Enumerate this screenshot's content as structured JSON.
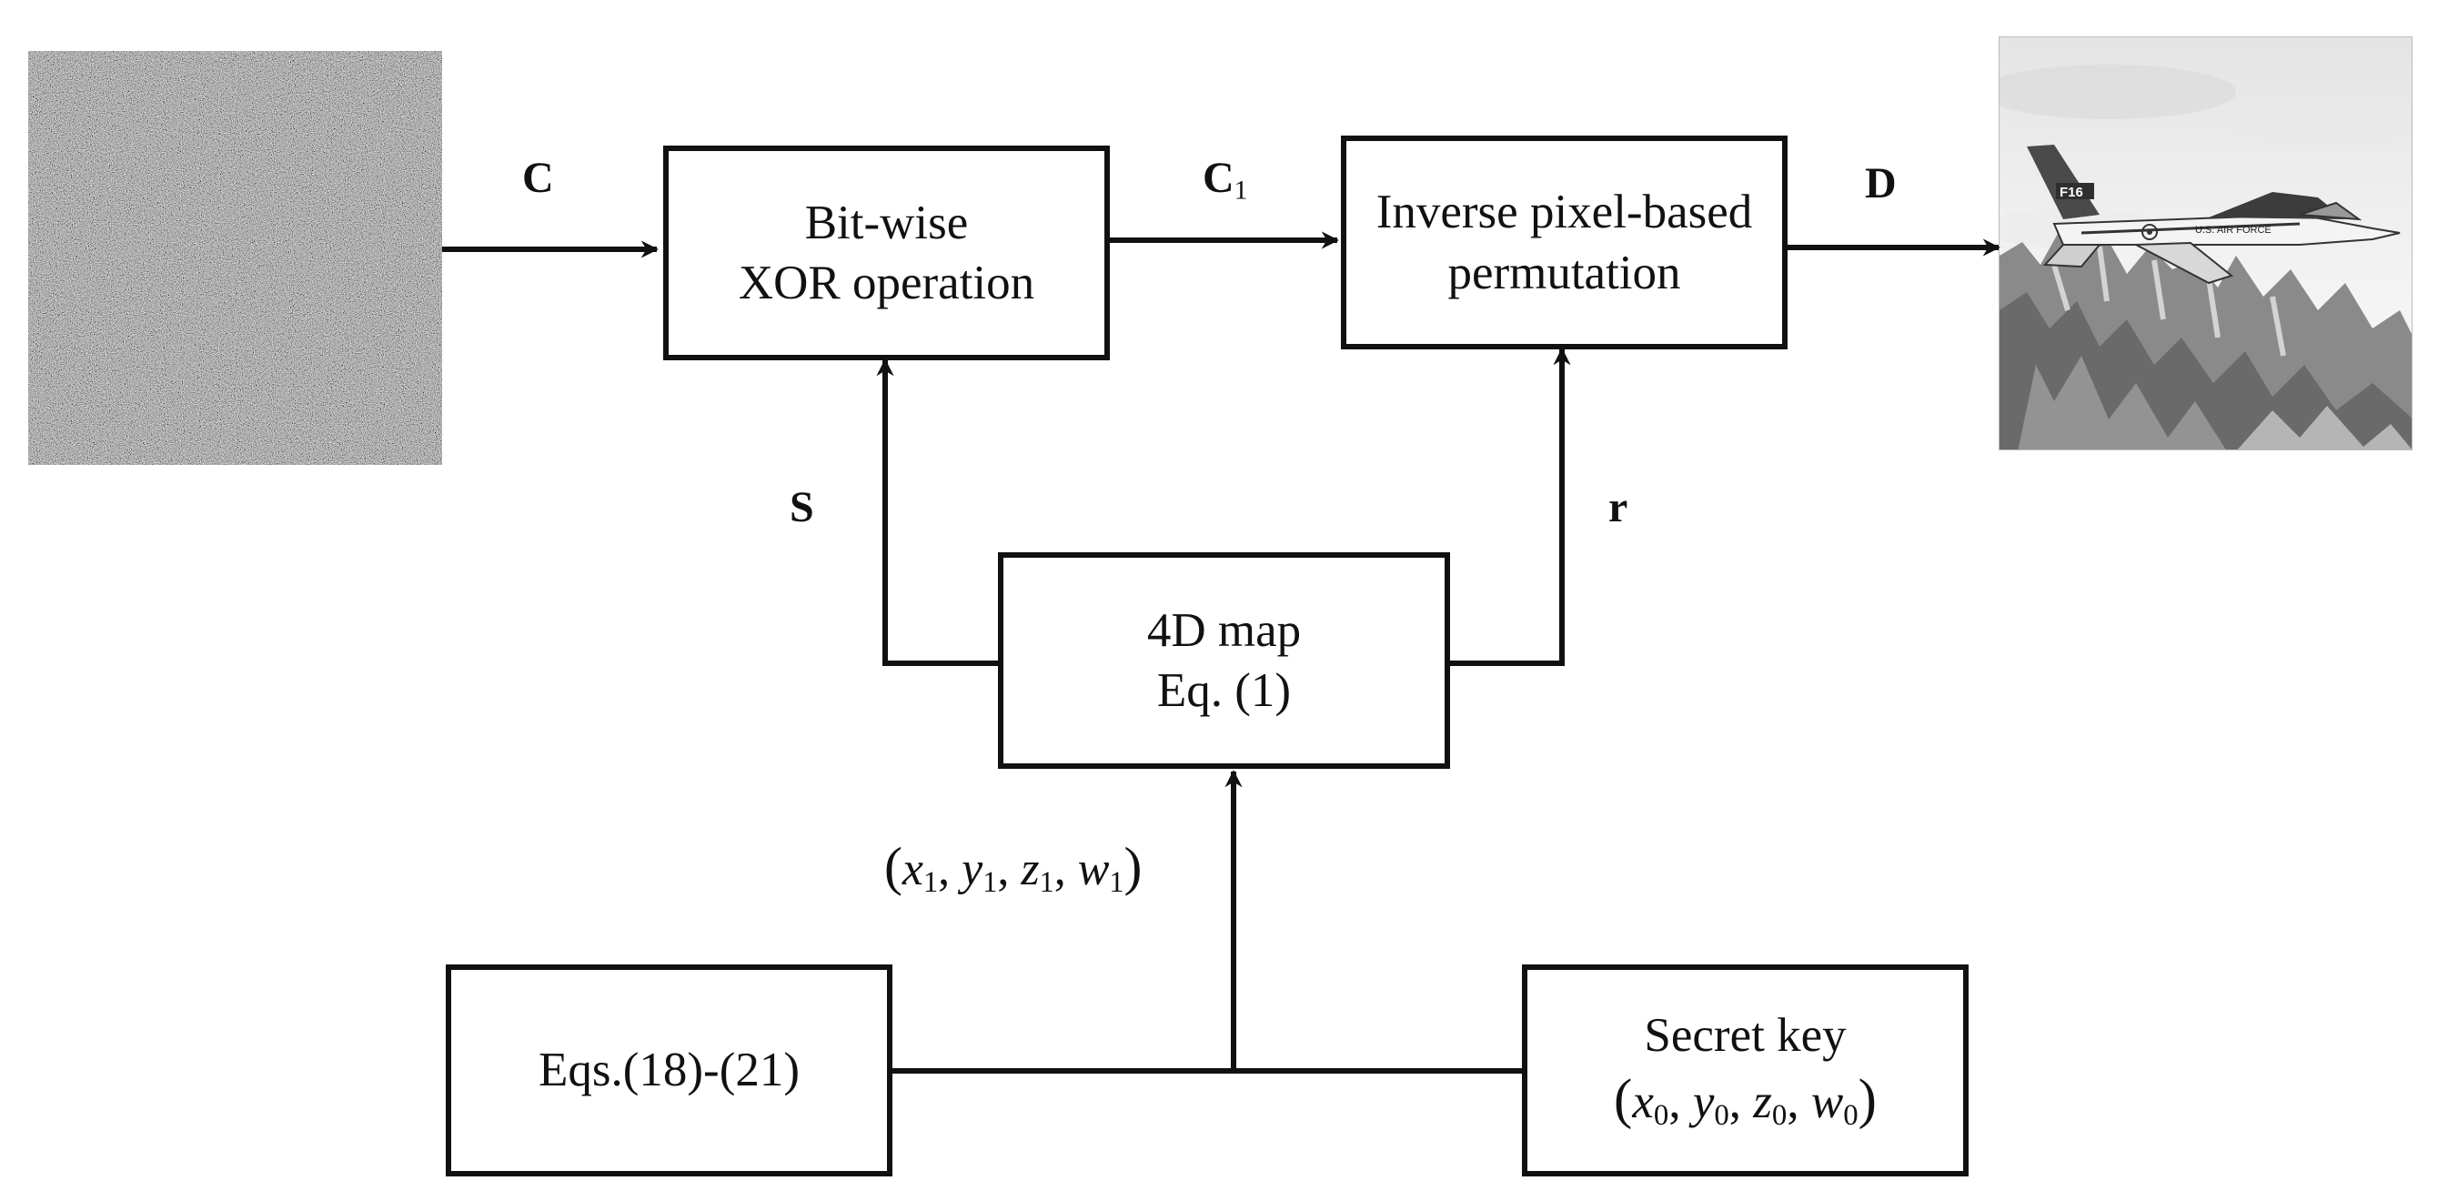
{
  "boxes": {
    "xor": {
      "line1": "Bit-wise",
      "line2": "XOR operation"
    },
    "perm": {
      "line1": "Inverse pixel-based",
      "line2": "permutation"
    },
    "map4d": {
      "line1": "4D map",
      "line2": "Eq. (1)"
    },
    "eqs": {
      "line1": "Eqs.(18)-(21)"
    },
    "key": {
      "line1": "Secret key"
    }
  },
  "labels": {
    "c": "C",
    "c1_base": "C",
    "c1_sub": "1",
    "d": "D",
    "s": "S",
    "r": "r",
    "init_vars": {
      "x": "x",
      "y": "y",
      "z": "z",
      "w": "w",
      "sub": "1"
    },
    "key_vars": {
      "x": "x",
      "y": "y",
      "z": "z",
      "w": "w",
      "sub": "0"
    }
  },
  "images": {
    "input": "noise-image",
    "output": "decrypted-aircraft-image",
    "aircraft_text": "U.S. AIR FORCE",
    "aircraft_tail": "F16"
  }
}
